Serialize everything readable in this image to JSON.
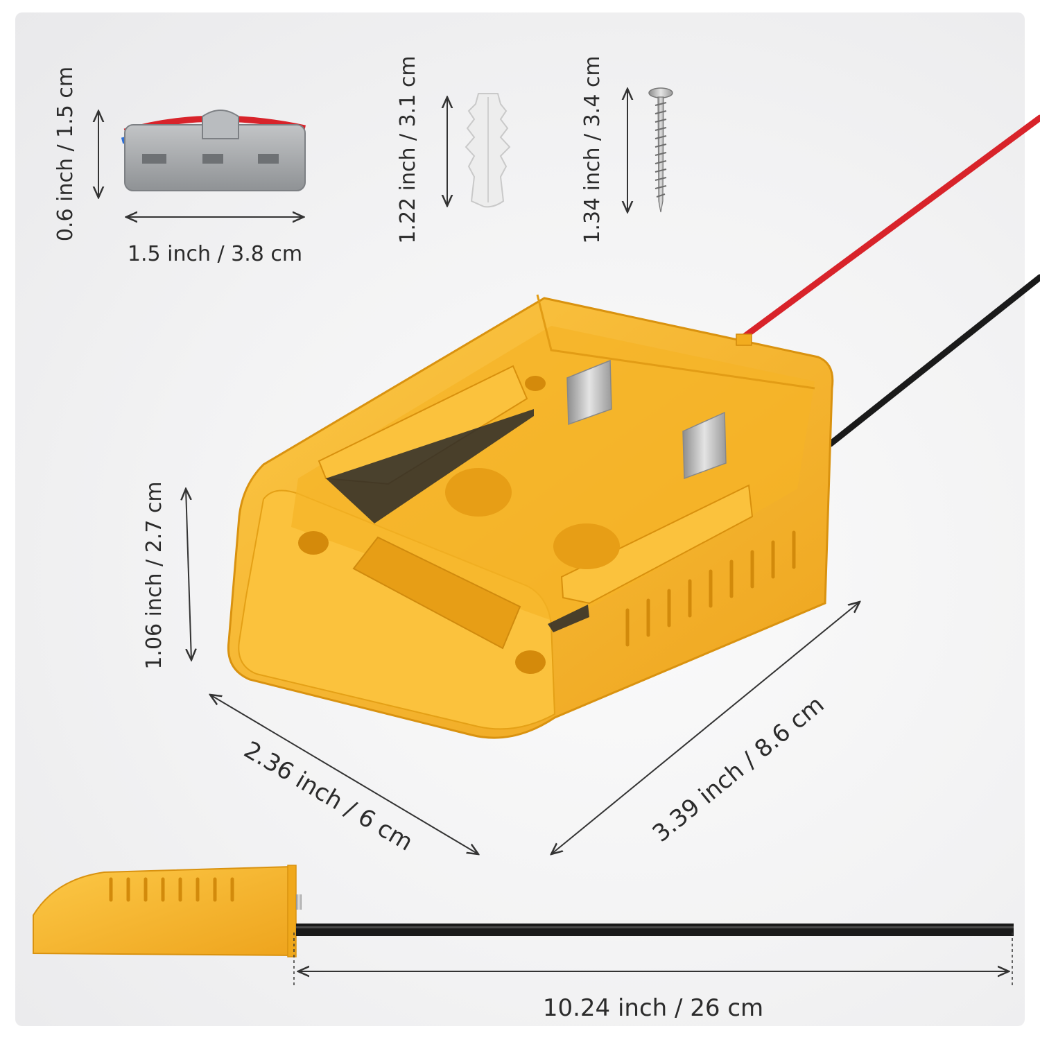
{
  "dimensions": {
    "connector_height": "0.6 inch / 1.5 cm",
    "connector_width": "1.5 inch / 3.8 cm",
    "anchor_length": "1.22 inch / 3.1 cm",
    "screw_length": "1.34 inch / 3.4 cm",
    "adapter_height": "1.06 inch / 2.7 cm",
    "adapter_width": "2.36 inch / 6 cm",
    "adapter_length": "3.39 inch / 8.6 cm",
    "cable_length": "10.24 inch / 26 cm"
  },
  "colors": {
    "housing": "#f7b52a",
    "housing_dark": "#e19a12",
    "housing_light": "#fcc847",
    "wire_red": "#d8232a",
    "wire_black": "#1a1a1a",
    "connector_grey": "#a9acaf",
    "anchor_white": "#eeeeee",
    "screw_silver": "#b6b6b6"
  },
  "parts": [
    "lever-wire-connector",
    "wall-anchor",
    "mounting-screw",
    "battery-adapter",
    "power-wires"
  ]
}
